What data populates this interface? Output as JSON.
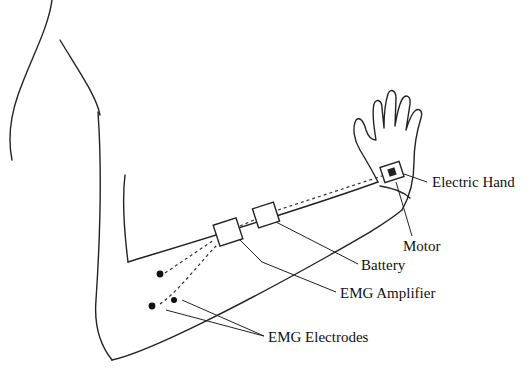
{
  "diagram": {
    "labels": [
      "Electric Hand",
      "Motor",
      "Battery",
      "EMG Amplifier",
      "EMG Electrodes"
    ]
  }
}
